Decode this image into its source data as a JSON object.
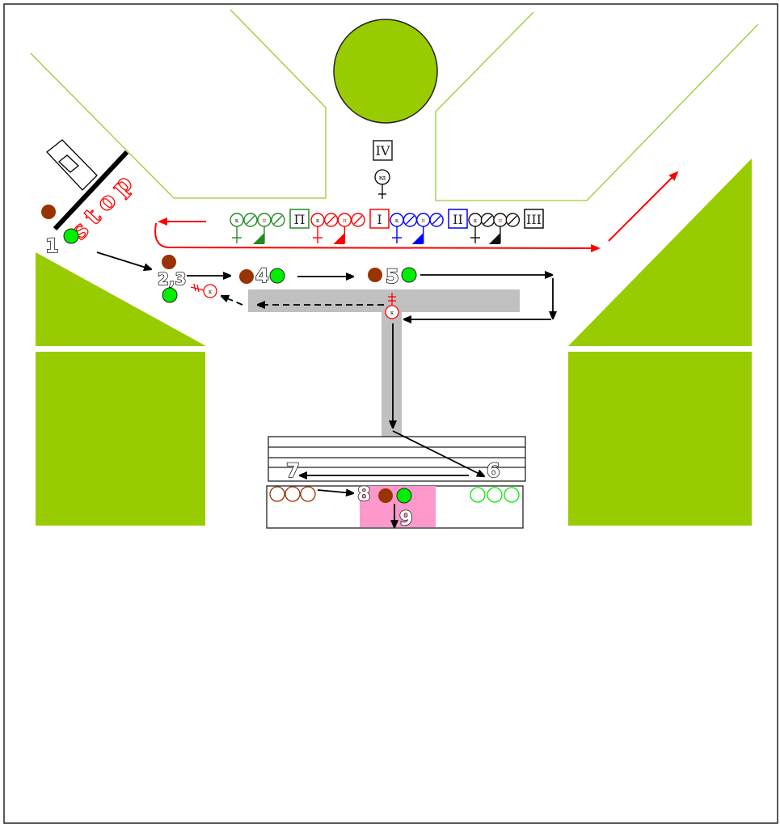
{
  "colors": {
    "grass": "#99cc00",
    "road_line": "#99cc33",
    "brown": "#993300",
    "green_dot": "#00ee00",
    "red": "#ff0000",
    "gray": "#c0c0c0",
    "pink": "#ff99cc"
  },
  "stop_text": "stop",
  "steps": {
    "s1": "1",
    "s23": "2,3",
    "s4": "4",
    "s5": "5",
    "s6": "6",
    "s7": "7",
    "s8": "8",
    "s9": "9"
  },
  "post_iv": {
    "label": "IV",
    "circle": "вд"
  },
  "groups": [
    {
      "color": "#228b22",
      "k": "к",
      "p": "п",
      "label": "П"
    },
    {
      "color": "#ff0000",
      "k": "к",
      "p": "п",
      "label": "I"
    },
    {
      "color": "#0000ff",
      "k": "к",
      "p": "п",
      "label": "II"
    },
    {
      "color": "#111111",
      "k": "к",
      "p": "п",
      "label": "III"
    }
  ],
  "controller_k": "к"
}
